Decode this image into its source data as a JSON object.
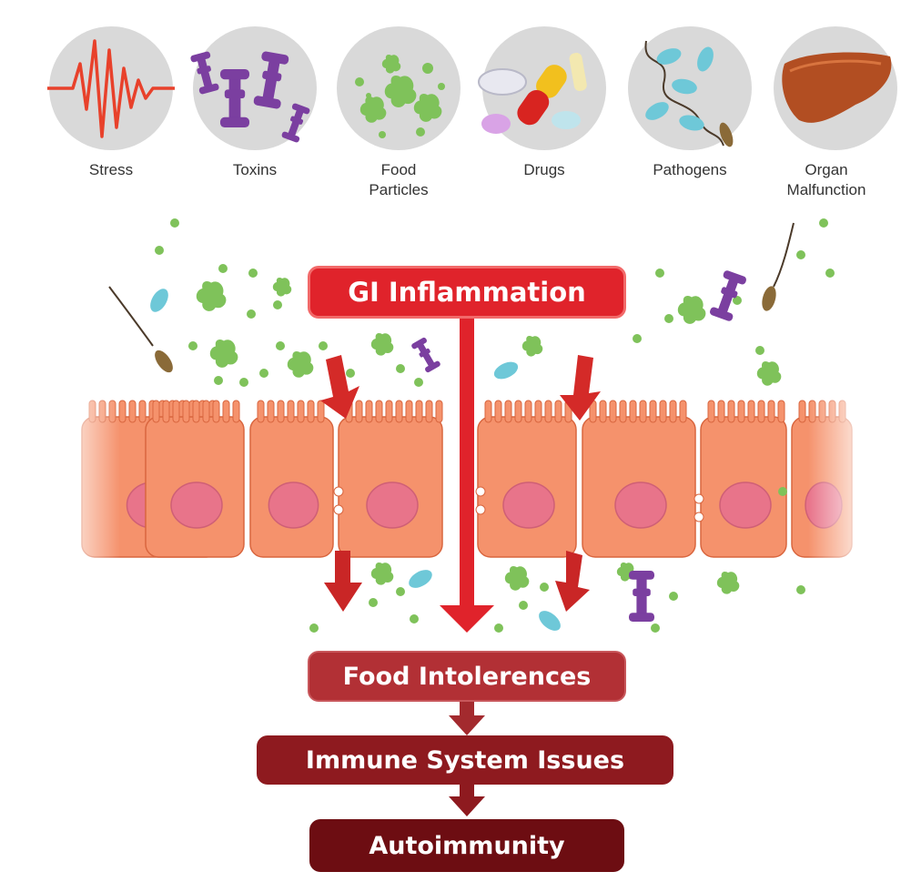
{
  "categories": [
    {
      "label": "Stress",
      "icon": "stress-icon"
    },
    {
      "label": "Toxins",
      "icon": "toxin-molecules-icon"
    },
    {
      "label": "Food\nParticles",
      "icon": "food-particles-icon"
    },
    {
      "label": "Drugs",
      "icon": "pills-icon"
    },
    {
      "label": "Pathogens",
      "icon": "pathogens-icon"
    },
    {
      "label": "Organ\nMalfunction",
      "icon": "liver-icon"
    }
  ],
  "flow": {
    "inflammation": "GI Inflammation",
    "step1": "Food Intolerences",
    "step2": "Immune System Issues",
    "step3": "Autoimmunity"
  },
  "colors": {
    "red": "#e0232b",
    "red_border": "#f26a6a",
    "maroon_light": "#b23035",
    "maroon": "#8e1a1f",
    "maroon_dark": "#6d0d12",
    "cell": "#f5926c",
    "cell_stroke": "#d9663f",
    "nucleus": "#e8748a",
    "particle": "#7fc25a",
    "toxin": "#7b3fa0",
    "bacteria": "#6ec8d8",
    "icon_circle": "#d9d9d9"
  }
}
